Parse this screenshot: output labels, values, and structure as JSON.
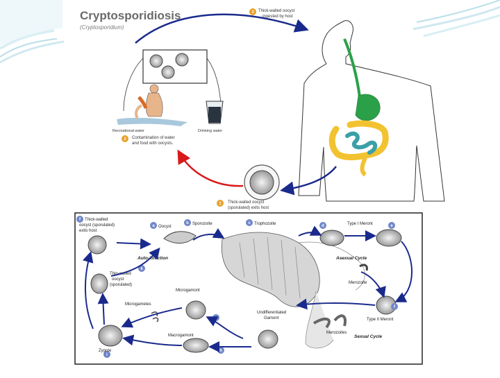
{
  "slide": {
    "title": "Cryptosporidiosis",
    "subtitle": "(Cryptosporidium)"
  },
  "upper_cycle": {
    "step1_number": "1",
    "step1_text": [
      "Thick-walled oocyst",
      "(sporulated) exits host"
    ],
    "step2_number": "2",
    "step2_text": [
      "Contamination of water",
      "and food with oocysts."
    ],
    "step3_number": "3",
    "step3_text": [
      "Thick-walled oocyst",
      "ingested by host"
    ],
    "recreational_water_label": "Recreational water",
    "drinking_water_label": "Drinking water"
  },
  "lower_cycle": {
    "stages": {
      "f_left": {
        "letter": "f",
        "text": [
          "Thick-walled",
          "oocyst (sporulated)",
          "exits host"
        ]
      },
      "a": {
        "letter": "a",
        "text": [
          "Oocyst"
        ]
      },
      "b": {
        "letter": "b",
        "text": [
          "Sporozoite"
        ]
      },
      "c": {
        "letter": "c",
        "text": [
          "Trophozoite"
        ]
      },
      "d": {
        "letter": "d",
        "text": [
          "Type I Meront"
        ]
      },
      "e": {
        "letter": "e",
        "text": []
      },
      "f_right": {
        "letter": "f",
        "text": [
          "Type II Meront"
        ]
      },
      "g": {
        "letter": "g",
        "text": [
          "Microgamont"
        ]
      },
      "h": {
        "letter": "h",
        "text": [
          "Macrogamont"
        ]
      },
      "i": {
        "letter": "i",
        "text": [
          "Zygote"
        ]
      },
      "k": {
        "letter": "k",
        "text": [
          "Thin-walled",
          "oocyst",
          "(sporulated)"
        ]
      }
    },
    "labels": {
      "auto_infection": "Auto-infection",
      "asexual_cycle": "Asexual Cycle",
      "sexual_cycle": "Sexual Cycle",
      "merozoite": "Merozoite",
      "merozoites": "Merozoites",
      "microgametes": "Microgametes",
      "undifferentiated_gamont": [
        "Undifferentiated",
        "Gamont"
      ]
    }
  },
  "colors": {
    "step_badge": "#e8a02a",
    "cycle_arrow_blue": "#1a2a8c",
    "cycle_arrow_red": "#d81a1a",
    "intestine_yellow": "#f2c230",
    "intestine_teal": "#3aa0a8",
    "esophagus_green": "#2aa048",
    "letter_badge": "#6f86c8",
    "slide_border_teal": "#b9dfe9"
  }
}
